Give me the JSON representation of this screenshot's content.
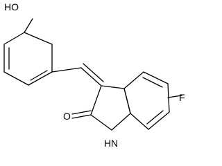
{
  "molecule": {
    "labels": {
      "hydroxyl": "HO",
      "fluorine": "F",
      "carbonyl_oxygen": "O",
      "amine": "H",
      "nitrogen": "N"
    }
  }
}
